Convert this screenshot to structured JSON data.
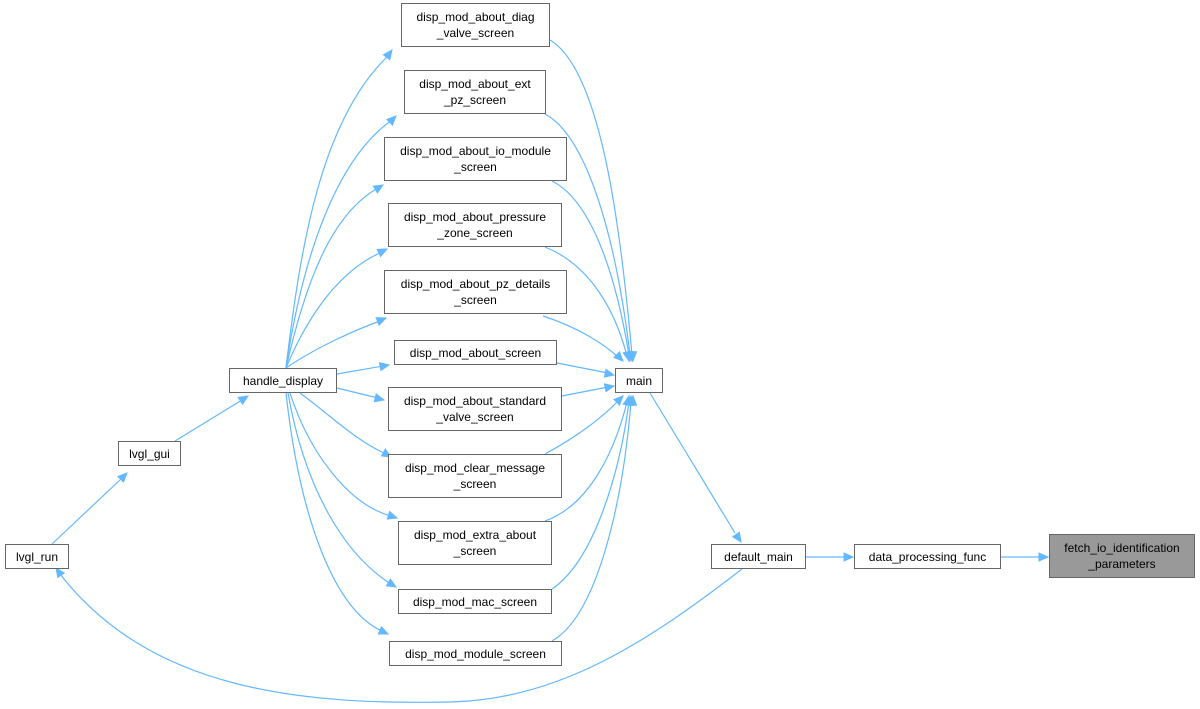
{
  "nodes": {
    "diag_valve": "disp_mod_about_diag\n_valve_screen",
    "ext_pz": "disp_mod_about_ext\n_pz_screen",
    "io_module": "disp_mod_about_io_module\n_screen",
    "pressure_zone": "disp_mod_about_pressure\n_zone_screen",
    "pz_details": "disp_mod_about_pz_details\n_screen",
    "about_screen": "disp_mod_about_screen",
    "standard_valve": "disp_mod_about_standard\n_valve_screen",
    "clear_message": "disp_mod_clear_message\n_screen",
    "extra_about": "disp_mod_extra_about\n_screen",
    "mac_screen": "disp_mod_mac_screen",
    "module_screen": "disp_mod_module_screen",
    "handle_display": "handle_display",
    "lvgl_gui": "lvgl_gui",
    "lvgl_run": "lvgl_run",
    "main": "main",
    "default_main": "default_main",
    "data_processing_func": "data_processing_func",
    "fetch_io": "fetch_io_identification\n_parameters"
  },
  "colors": {
    "edge": "#63b8ff",
    "node_border": "#666666",
    "highlight_fill": "#999999"
  }
}
